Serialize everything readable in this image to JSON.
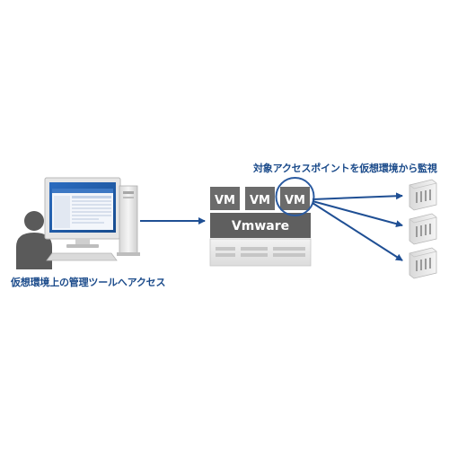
{
  "labels": {
    "left_caption": "仮想環境上の管理ツールへアクセス",
    "top_caption": "対象アクセスポイントを仮想環境から監視",
    "vm_label": "VM",
    "hypervisor_label": "Vmware"
  },
  "vm_boxes": [
    {
      "label": "VM"
    },
    {
      "label": "VM"
    },
    {
      "label": "VM",
      "highlighted": true
    }
  ],
  "access_points_count_note": "",
  "colors": {
    "caption": "#1a4a8a",
    "arrow": "#1f4f94",
    "vm_box": "#6b6b6b",
    "hypervisor": "#5e5e5e",
    "server_body": "#e8e8e8",
    "person": "#595959",
    "monitor_screen": "#1f5fae",
    "highlight_ring": "#2a5aa0"
  }
}
